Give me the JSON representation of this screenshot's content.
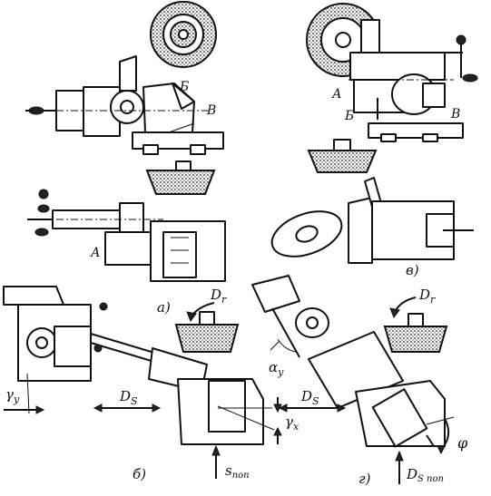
{
  "labels": {
    "a_view": "а)",
    "b_view": "б)",
    "v_view": "в)",
    "g_view": "г)",
    "A_top": "А",
    "A_left": "А",
    "B_left": "Б",
    "B_right": "Б",
    "V_left": "В",
    "V_right": "В",
    "Dr_b": "D",
    "Dr_b_sub": "r",
    "Dr_g": "D",
    "Dr_g_sub": "r",
    "Ds_b": "D",
    "Ds_b_sub": "S",
    "Ds_g": "D",
    "Ds_g_sub": "S",
    "gamma_y": "γ",
    "gamma_y_sub": "y",
    "gamma_x": "γ",
    "gamma_x_sub": "x",
    "alpha_y": "α",
    "alpha_y_sub": "y",
    "phi": "φ",
    "s_pop": "s",
    "s_pop_sub": "поп",
    "ds_pop": "D",
    "ds_pop_sub": "S поп"
  }
}
